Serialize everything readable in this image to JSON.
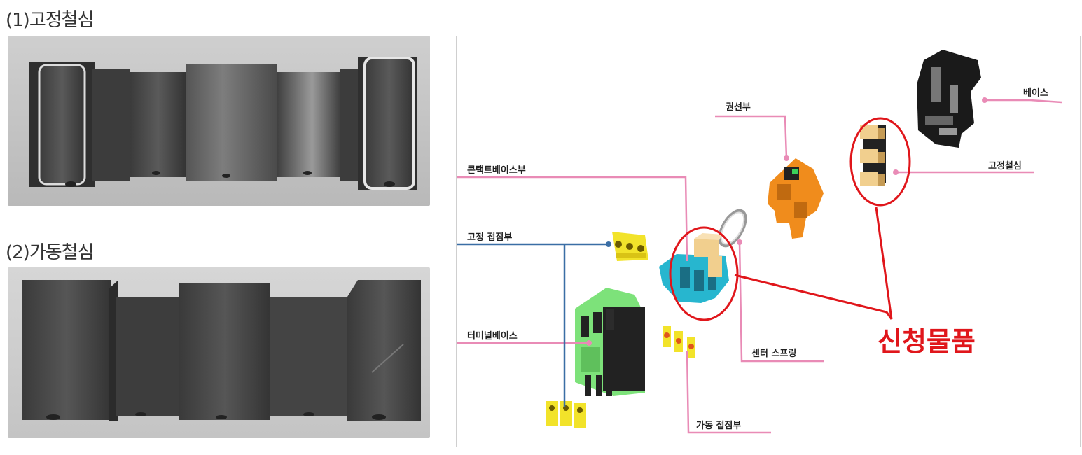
{
  "left": {
    "fixed_core": {
      "caption": "(1)고정철심"
    },
    "moving_core": {
      "caption": "(2)가동철심"
    }
  },
  "diagram": {
    "labels": {
      "base": "베이스",
      "coil": "권선부",
      "fixed_core": "고정철심",
      "contact_base": "콘택트베이스부",
      "fixed_contact": "고정 접점부",
      "terminal_base": "터미널베이스",
      "center_spring": "센터 스프링",
      "moving_contact": "가동 접점부"
    },
    "highlight": "신청물품",
    "colors": {
      "leader_pink": "#e98bb6",
      "leader_blue": "#3a6ea5",
      "highlight_red": "#e0161b",
      "terminal_green": "#7de27a",
      "contact_cyan": "#27b6cf",
      "coil_orange": "#f08c1c",
      "core_tan": "#efc987",
      "contact_yellow": "#f2e32a"
    }
  }
}
